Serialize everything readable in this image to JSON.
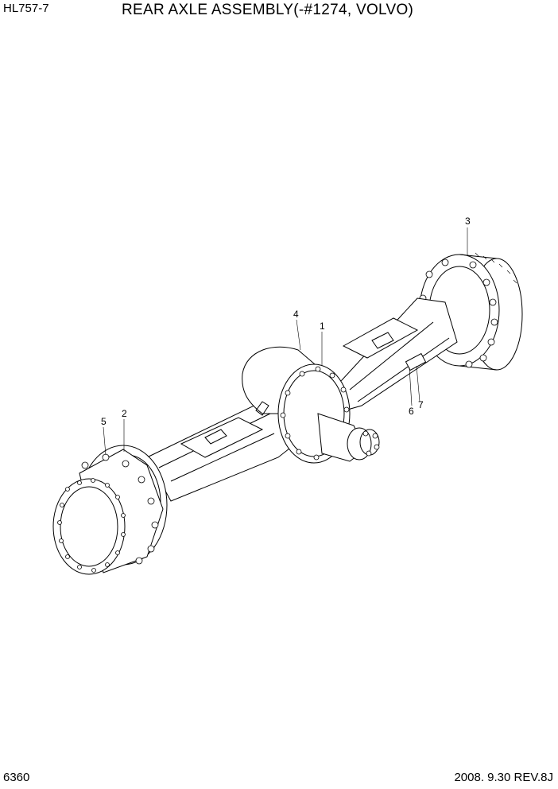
{
  "header": {
    "model": "HL757-7",
    "title": "REAR AXLE ASSEMBLY(-#1274, VOLVO)"
  },
  "footer": {
    "page_number": "6360",
    "revision": "2008. 9.30  REV.8J"
  },
  "callouts": {
    "c1": "1",
    "c2": "2",
    "c3": "3",
    "c4": "4",
    "c5": "5",
    "c6": "6",
    "c7": "7"
  }
}
